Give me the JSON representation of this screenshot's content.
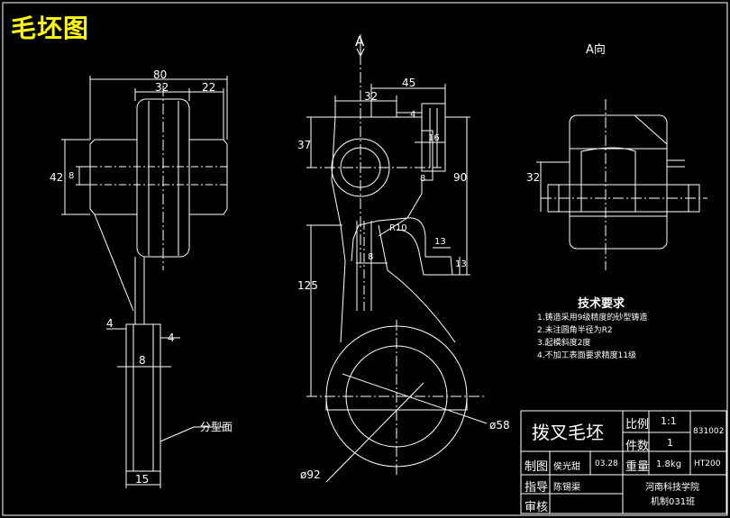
{
  "title": "毛坯图",
  "view_a_marker": "A",
  "view_a_label": "A向",
  "parting_surface": "分型面",
  "dimensions": {
    "d80": "80",
    "d32a": "32",
    "d22": "22",
    "d42": "42",
    "d8a": "8",
    "d4a": "4",
    "d4b": "4",
    "d8b": "8",
    "d15": "15",
    "d45": "45",
    "d32b": "32",
    "d4c": "4",
    "d16": "16",
    "d37": "37",
    "d8c": "8",
    "d90": "90",
    "r10": "R10",
    "d8d": "8",
    "d13a": "13",
    "d13b": "13",
    "d125": "125",
    "d58": "ø58",
    "d92": "ø92",
    "d32c": "32"
  },
  "requirements": {
    "heading": "技术要求",
    "items": [
      "1.铸造采用9级精度的砂型铸造",
      "2.未注圆角半径为R2",
      "3.起模斜度2度",
      "4.不加工表面要求精度11级"
    ]
  },
  "title_block": {
    "part_name": "拨叉毛坯",
    "scale_label": "比例",
    "scale_value": "1:1",
    "quantity_label": "件数",
    "quantity_value": "1",
    "drawing_no": "831002",
    "drawn_label": "制图",
    "drawn_by": "侯光甜",
    "drawn_date": "03.28",
    "weight_label": "重量",
    "weight_value": "1.8kg",
    "material": "HT200",
    "guide_label": "指导",
    "guide_name": "陈锡渠",
    "review_label": "审核",
    "school": "河南科技学院",
    "class_name": "机制031班"
  }
}
